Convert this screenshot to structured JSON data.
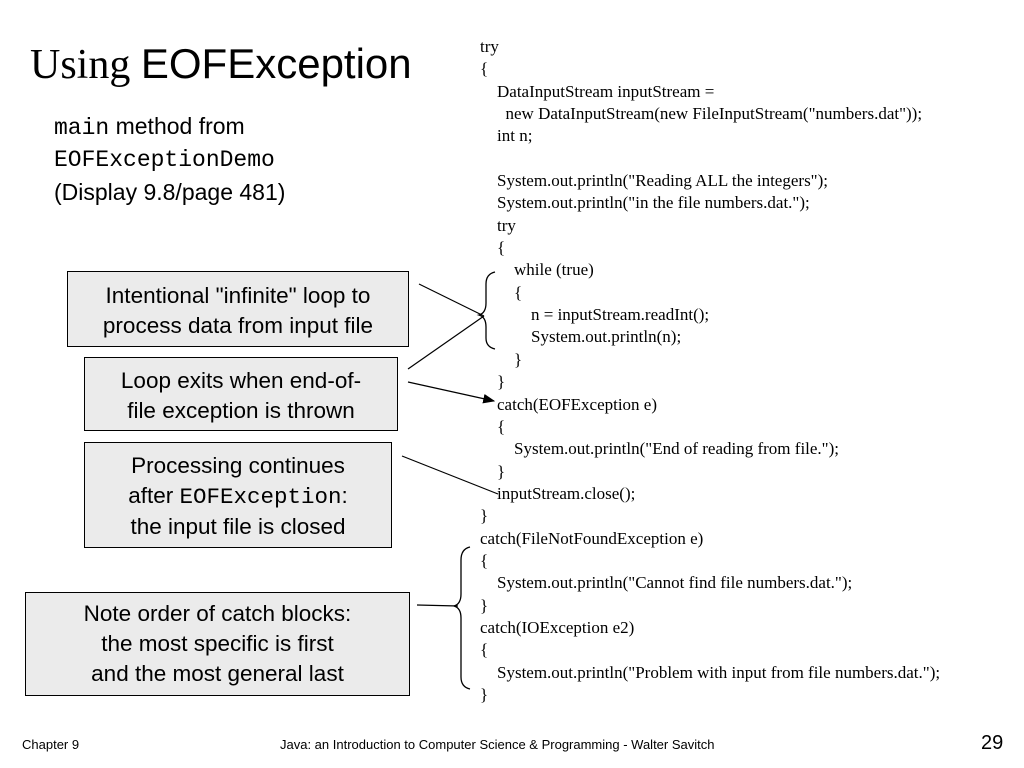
{
  "title": {
    "part1": "Using ",
    "part2": "EOFException"
  },
  "subtitle": {
    "main_code": "main",
    "method_from": " method from",
    "class_code": "EOFExceptionDemo",
    "display_ref": "(Display 9.8/page 481)"
  },
  "code_lines": [
    "try",
    "{",
    "    DataInputStream inputStream =",
    "      new DataInputStream(new FileInputStream(\"numbers.dat\"));",
    "    int n;",
    "",
    "    System.out.println(\"Reading ALL the integers\");",
    "    System.out.println(\"in the file numbers.dat.\");",
    "    try",
    "    {",
    "        while (true)",
    "        {",
    "            n = inputStream.readInt();",
    "            System.out.println(n);",
    "        }",
    "    }",
    "    catch(EOFException e)",
    "    {",
    "        System.out.println(\"End of reading from file.\");",
    "    }",
    "    inputStream.close();",
    "}",
    "catch(FileNotFoundException e)",
    "{",
    "    System.out.println(\"Cannot find file numbers.dat.\");",
    "}",
    "catch(IOException e2)",
    "{",
    "    System.out.println(\"Problem with input from file numbers.dat.\");",
    "}"
  ],
  "notes": {
    "note1": {
      "line1": "Intentional \"infinite\" loop to",
      "line2": "process data from input file"
    },
    "note2": {
      "line1": "Loop exits when end-of-",
      "line2": "file exception is thrown"
    },
    "note3": {
      "line1": "Processing continues",
      "line2_pre": "after ",
      "line2_code": "EOFException",
      "line2_post": ":",
      "line3": "the input file is closed"
    },
    "note4": {
      "line1": "Note order of catch blocks:",
      "line2": "the most specific is first",
      "line3": "and the most general last"
    }
  },
  "footer": {
    "chapter": "Chapter 9",
    "book": "Java: an Introduction to Computer Science & Programming - Walter Savitch",
    "page": "29"
  }
}
